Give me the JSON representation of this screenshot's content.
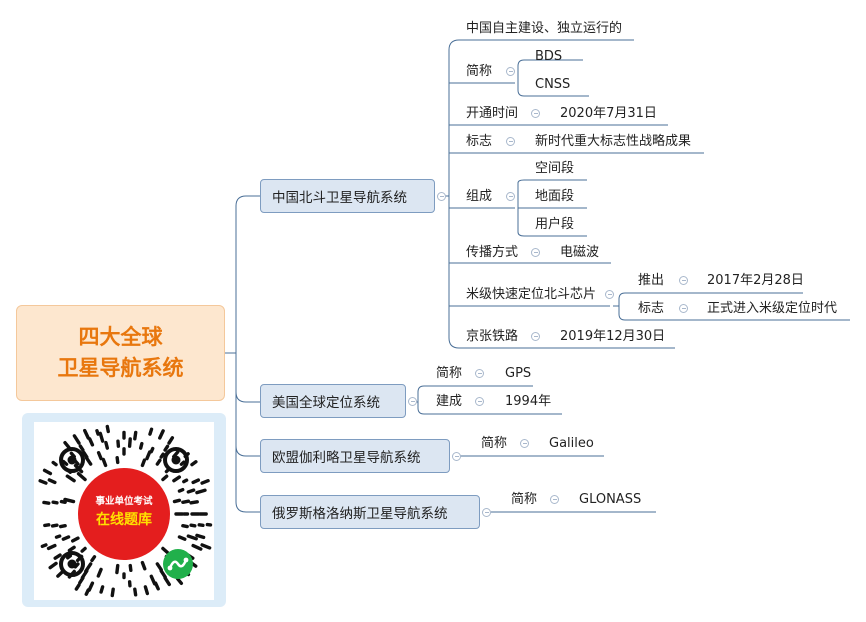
{
  "root": {
    "line1": "四大全球",
    "line2": "卫星导航系统"
  },
  "branches": {
    "beidou": {
      "label": "中国北斗卫星导航系统",
      "items": {
        "desc": "中国自主建设、独立运行的",
        "abbr": "简称",
        "abbr_bds": "BDS",
        "abbr_cnss": "CNSS",
        "open_time": "开通时间",
        "open_date": "2020年7月31日",
        "symbol": "标志",
        "symbol_val": "新时代重大标志性战略成果",
        "composition": "组成",
        "space": "空间段",
        "ground": "地面段",
        "user": "用户段",
        "propagation": "传播方式",
        "wave": "电磁波",
        "chip": "米级快速定位北斗芯片",
        "launch": "推出",
        "launch_date": "2017年2月28日",
        "chip_symbol": "标志",
        "chip_symbol_val": "正式进入米级定位时代",
        "railway": "京张铁路",
        "railway_date": "2019年12月30日"
      }
    },
    "gps": {
      "label": "美国全球定位系统",
      "abbr": "简称",
      "abbr_val": "GPS",
      "built": "建成",
      "built_val": "1994年"
    },
    "galileo": {
      "label": "欧盟伽利略卫星导航系统",
      "abbr": "简称",
      "abbr_val": "Galileo"
    },
    "glonass": {
      "label": "俄罗斯格洛纳斯卫星导航系统",
      "abbr": "简称",
      "abbr_val": "GLONASS"
    }
  },
  "qr": {
    "top_text": "事业单位考试",
    "main_text": "在线题库"
  },
  "colors": {
    "line": "#4a6f97",
    "root_text": "#e8770e",
    "root_fill": "#fde7cf",
    "branch_fill": "#dce6f2",
    "qr_red": "#e41e1e",
    "qr_yellow": "#ffe000",
    "miniapp_green": "#21b04b"
  }
}
